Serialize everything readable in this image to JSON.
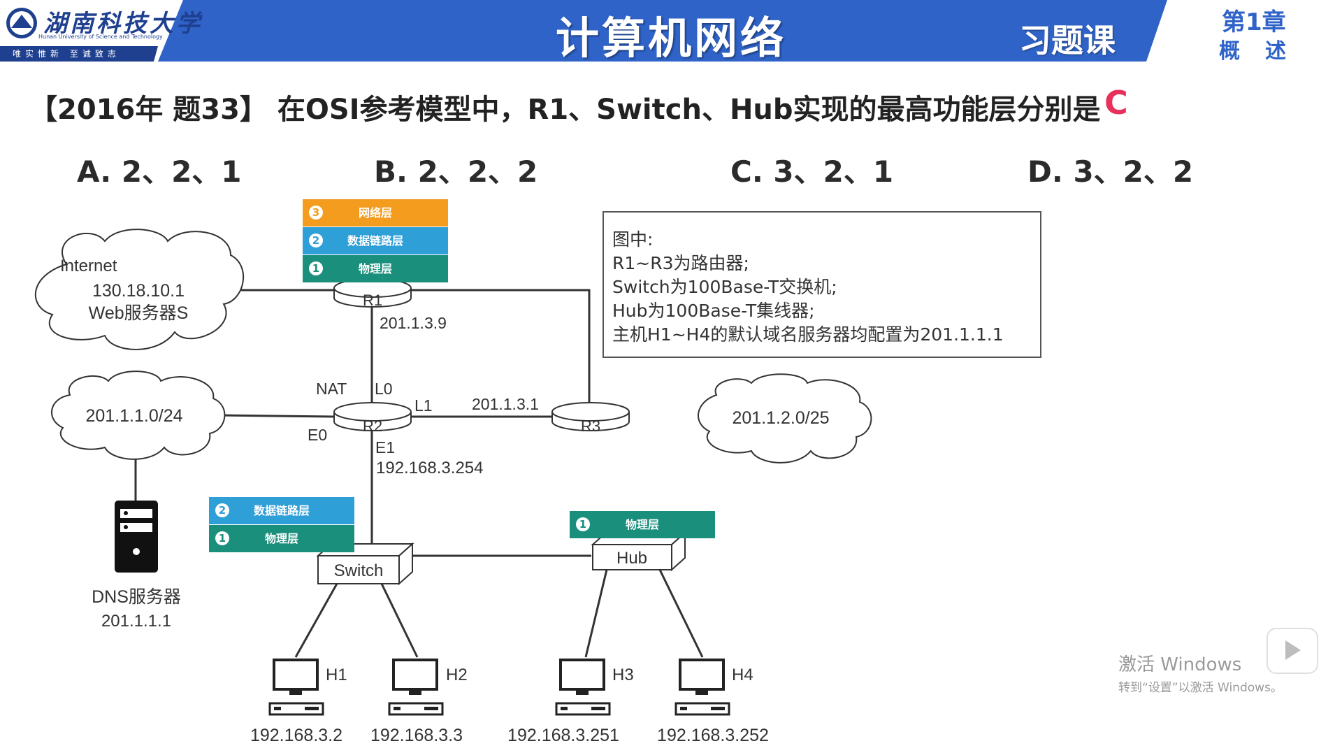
{
  "header": {
    "university_name": "湖南科技大学",
    "university_en": "Hunan University of Science and Technology",
    "motto": "唯实惟新 至诚致志",
    "title": "计算机网络",
    "lesson": "习题课",
    "chapter": "第1章",
    "chapter_sub": "概述",
    "colors": {
      "banner": "#2f63c8",
      "banner_dark": "#1f3f8f"
    }
  },
  "question": {
    "text": "【2016年 题33】 在OSI参考模型中，R1、Switch、Hub实现的最高功能层分别是",
    "answer": "C",
    "answer_color": "#e8305a",
    "options": [
      {
        "label": "A. 2、2、1"
      },
      {
        "label": "B. 2、2、2"
      },
      {
        "label": "C. 3、2、1"
      },
      {
        "label": "D. 3、2、2"
      }
    ]
  },
  "diagram": {
    "layers": {
      "router": [
        {
          "num": "3",
          "name": "网络层",
          "color": "#f39c1e"
        },
        {
          "num": "2",
          "name": "数据链路层",
          "color": "#2f9fd8"
        },
        {
          "num": "1",
          "name": "物理层",
          "color": "#198f7c"
        }
      ],
      "switch": [
        {
          "num": "2",
          "name": "数据链路层",
          "color": "#2f9fd8"
        },
        {
          "num": "1",
          "name": "物理层",
          "color": "#198f7c"
        }
      ],
      "hub": [
        {
          "num": "1",
          "name": "物理层",
          "color": "#198f7c"
        }
      ]
    },
    "clouds": {
      "internet": {
        "title": "Internet",
        "ip": "130.18.10.1",
        "name": "Web服务器S"
      },
      "net1": {
        "label": "201.1.1.0/24"
      },
      "net2": {
        "label": "201.1.2.0/25"
      }
    },
    "routers": {
      "r1": "R1",
      "r2": "R2",
      "r3": "R3"
    },
    "labels": {
      "r1_ip": "201.1.3.9",
      "nat": "NAT",
      "l0": "L0",
      "l1": "L1",
      "r3_ip": "201.1.3.1",
      "e0": "E0",
      "e1": "E1",
      "e1_ip": "192.168.3.254"
    },
    "dns": {
      "name": "DNS服务器",
      "ip": "201.1.1.1"
    },
    "switch_label": "Switch",
    "hub_label": "Hub",
    "hosts": [
      {
        "name": "H1",
        "ip": "192.168.3.2"
      },
      {
        "name": "H2",
        "ip": "192.168.3.3"
      },
      {
        "name": "H3",
        "ip": "192.168.3.251"
      },
      {
        "name": "H4",
        "ip": "192.168.3.252"
      }
    ],
    "note": {
      "lines": [
        "图中:",
        "R1~R3为路由器;",
        "Switch为100Base-T交换机;",
        "Hub为100Base-T集线器;",
        "主机H1~H4的默认域名服务器均配置为201.1.1.1"
      ]
    }
  },
  "watermark": {
    "line1": "激活 Windows",
    "line2": "转到“设置”以激活 Windows。"
  }
}
